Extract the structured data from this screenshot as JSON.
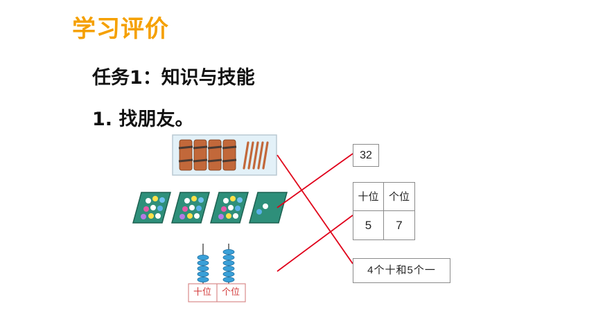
{
  "header": {
    "title": "学习评价"
  },
  "task": {
    "subtitle": "任务1：知识与技能",
    "question": "1. 找朋友。"
  },
  "answers": {
    "number_box": "32",
    "place_value": {
      "tens_header": "十位",
      "ones_header": "个位",
      "tens_value": "5",
      "ones_value": "7"
    },
    "description": "4个十和5个一"
  },
  "abacus": {
    "tens_label": "十位",
    "ones_label": "个位"
  },
  "colors": {
    "title": "#f5a000",
    "line": "#e0001a",
    "bead": "#3aa0d8",
    "label": "#d23a3a",
    "board": "#2e8f7a"
  }
}
